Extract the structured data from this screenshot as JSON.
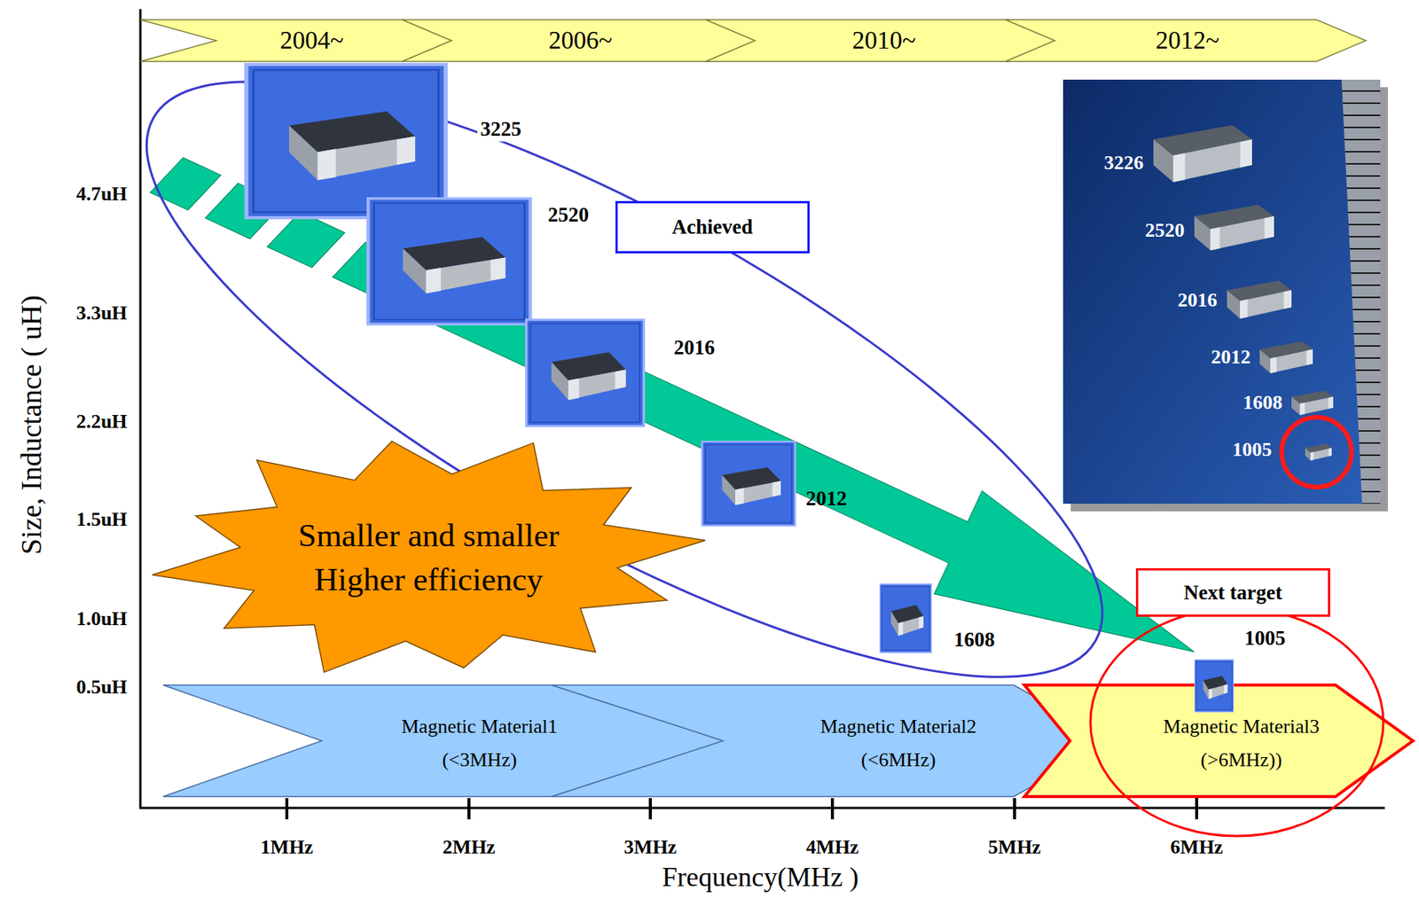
{
  "diagram": {
    "nodes": [
      {
        "text": [
          "2004~"
        ]
      },
      {
        "text": [
          "2006~"
        ]
      },
      {
        "text": [
          "2010~"
        ]
      },
      {
        "text": [
          "2012~"
        ]
      },
      {
        "text": [
          "Achieved"
        ]
      },
      {
        "text": [
          "Smaller and smaller",
          "Higher efficiency"
        ]
      },
      {
        "text": [
          "Next target"
        ]
      },
      {
        "text": [
          "Magnetic Material1",
          "(<3MHz)"
        ]
      },
      {
        "text": [
          "Magnetic Material2",
          "(<6MHz)"
        ]
      },
      {
        "text": [
          "Magnetic Material3",
          "(>6MHz))"
        ]
      }
    ],
    "labels": [
      "Size, Inductance ( uH)",
      "4.7uH",
      "3.3uH",
      "2.2uH",
      "1.5uH",
      "1.0uH",
      "0.5uH",
      "3225",
      "2520",
      "2016",
      "2012",
      "1608",
      "1005",
      "3226",
      "2520",
      "2016",
      "2012",
      "1608",
      "1005",
      "1MHz",
      "2MHz",
      "3MHz",
      "4MHz",
      "5MHz",
      "6MHz",
      "Frequency(MHz )"
    ]
  }
}
